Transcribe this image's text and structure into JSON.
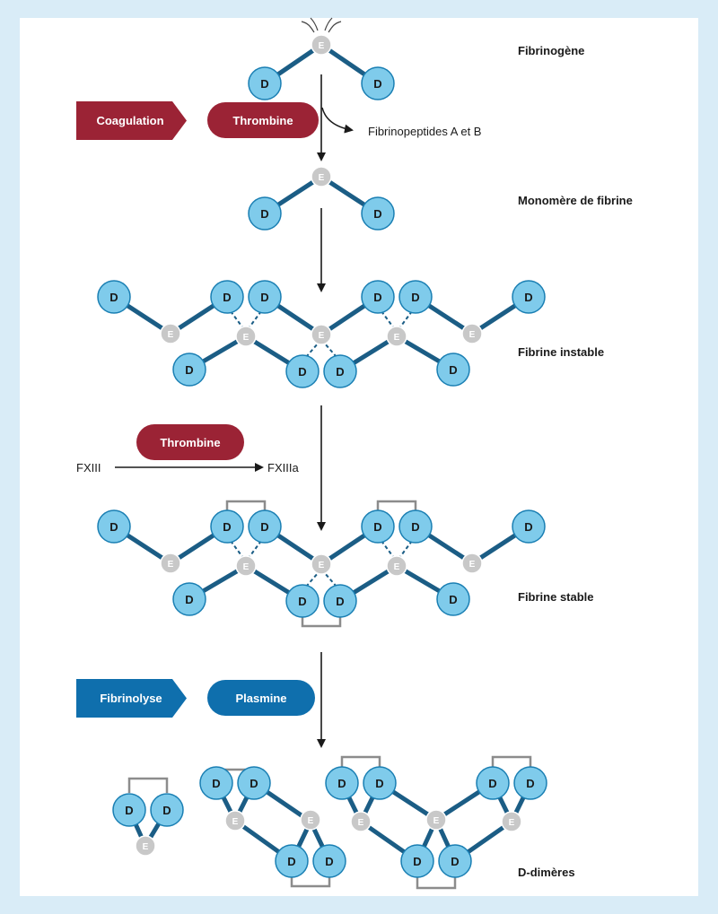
{
  "nodes": {
    "d_label": "D",
    "e_label": "E"
  },
  "stages": {
    "fibrinogen": "Fibrinogène",
    "monomer": "Monomère de fibrine",
    "unstable": "Fibrine instable",
    "stable": "Fibrine stable",
    "ddimers": "D-dimères"
  },
  "step1": {
    "process": "Coagulation",
    "enzyme": "Thrombine",
    "byproduct": "Fibrinopeptides A et B"
  },
  "step2": {
    "enzyme": "Thrombine",
    "from": "FXIII",
    "to": "FXIIIa"
  },
  "step3": {
    "process": "Fibrinolyse",
    "enzyme": "Plasmine"
  },
  "colors": {
    "coagulation": "#9b2335",
    "fibrinolysis": "#0f6fad",
    "d_fill": "#7fcbeb",
    "d_stroke": "#1a7fb3",
    "e_fill": "#c8c8c8",
    "chain": "#1b5d85",
    "crosslink": "#8c8c8c",
    "background": "#d9ecf7"
  }
}
